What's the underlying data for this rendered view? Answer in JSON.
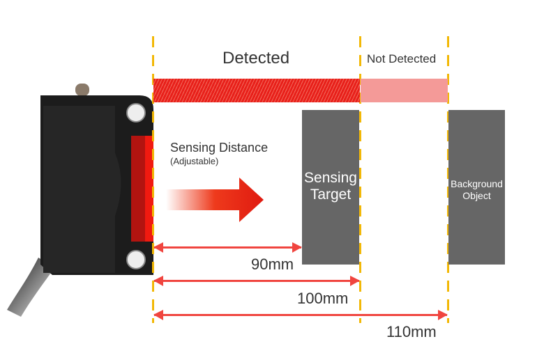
{
  "zones": {
    "detected": "Detected",
    "not_detected": "Not Detected"
  },
  "sensing_distance": {
    "title": "Sensing Distance",
    "subtitle": "(Adjustable)"
  },
  "targets": {
    "sensing_target": [
      "Sensing",
      "Target"
    ],
    "background_object": [
      "Background",
      "Object"
    ]
  },
  "dimensions": [
    {
      "label": "90mm"
    },
    {
      "label": "100mm"
    },
    {
      "label": "110mm"
    }
  ],
  "colors": {
    "guide": "#f2b807",
    "detected": "#e8201a",
    "not_detected": "#f49a98",
    "target": "#666666",
    "dimension": "#f0453f"
  }
}
